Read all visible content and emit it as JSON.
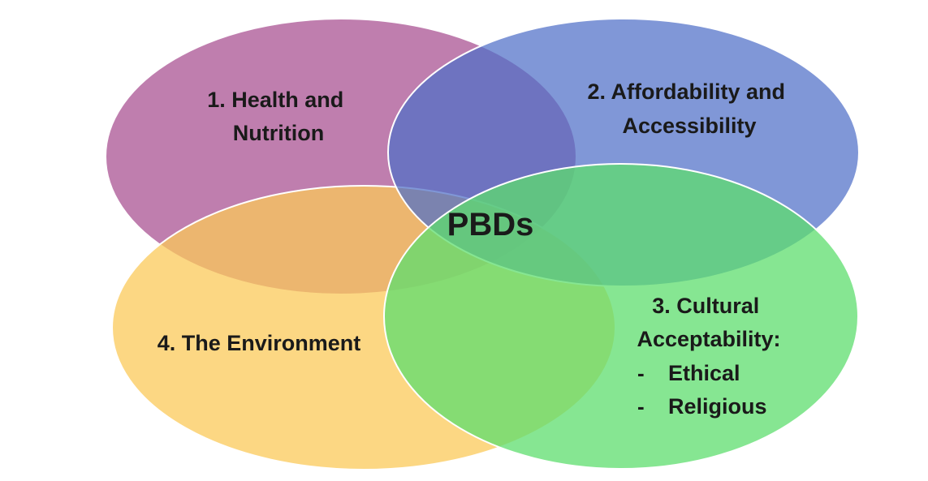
{
  "diagram": {
    "center_label": "PBDs",
    "circles": [
      {
        "id": "health",
        "lines": [
          "1. Health and",
          "Nutrition"
        ],
        "fill": "#a64c8f",
        "opacity": 0.72
      },
      {
        "id": "affordability",
        "lines": [
          "2. Affordability and",
          "Accessibility"
        ],
        "fill": "#4f6fc7",
        "opacity": 0.72
      },
      {
        "id": "cultural",
        "lines": [
          "3. Cultural",
          "Acceptability:"
        ],
        "bullets": [
          "Ethical",
          "Religious"
        ],
        "bullet_marker": "-",
        "fill": "#5ddd6e",
        "opacity": 0.75
      },
      {
        "id": "environment",
        "lines": [
          "4. The Environment"
        ],
        "fill": "#fbc95a",
        "opacity": 0.75
      }
    ],
    "stroke_color": "#ffffff"
  }
}
